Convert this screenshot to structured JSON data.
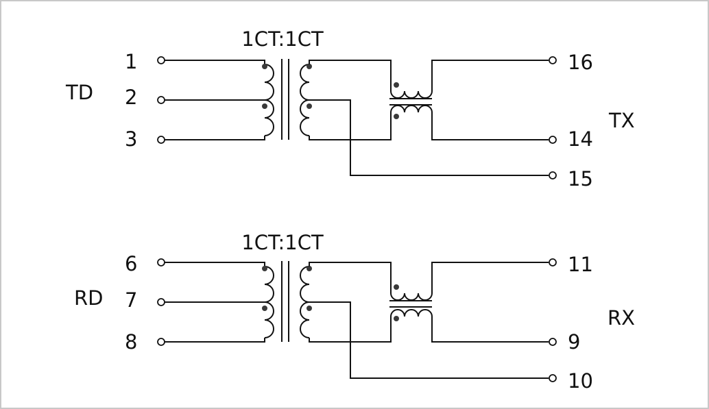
{
  "diagram": {
    "colors": {
      "line": "#111111",
      "dot": "#3a3a3a",
      "frame": "#c8c8c8"
    },
    "channels": [
      {
        "ratio_label": "1CT:1CT",
        "side_label_left": "TD",
        "side_label_right": "TX",
        "pins_left": [
          "1",
          "2",
          "3"
        ],
        "pins_right": [
          "16",
          "14",
          "15"
        ]
      },
      {
        "ratio_label": "1CT:1CT",
        "side_label_left": "RD",
        "side_label_right": "RX",
        "pins_left": [
          "6",
          "7",
          "8"
        ],
        "pins_right": [
          "11",
          "9",
          "10"
        ]
      }
    ]
  }
}
